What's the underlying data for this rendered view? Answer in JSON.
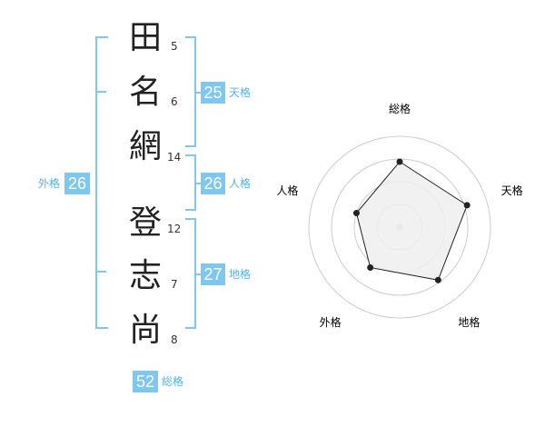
{
  "name": {
    "characters": [
      {
        "char": "田",
        "strokes": "5"
      },
      {
        "char": "名",
        "strokes": "6"
      },
      {
        "char": "網",
        "strokes": "14"
      },
      {
        "char": "登",
        "strokes": "12"
      },
      {
        "char": "志",
        "strokes": "7"
      },
      {
        "char": "尚",
        "strokes": "8"
      }
    ]
  },
  "fortunes": {
    "tenkaku": {
      "value": "25",
      "label": "天格"
    },
    "jinkaku": {
      "value": "26",
      "label": "人格"
    },
    "chikaku": {
      "value": "27",
      "label": "地格"
    },
    "gaikaku": {
      "value": "26",
      "label": "外格"
    },
    "soukaku": {
      "value": "52",
      "label": "総格"
    }
  },
  "colors": {
    "accent": "#7ec8f0",
    "accent_text": "#52b3e8"
  },
  "chart_data": {
    "type": "radar",
    "axes": [
      "総格",
      "天格",
      "地格",
      "外格",
      "人格"
    ],
    "values": [
      0.72,
      0.78,
      0.72,
      0.55,
      0.5
    ],
    "levels": 4
  }
}
